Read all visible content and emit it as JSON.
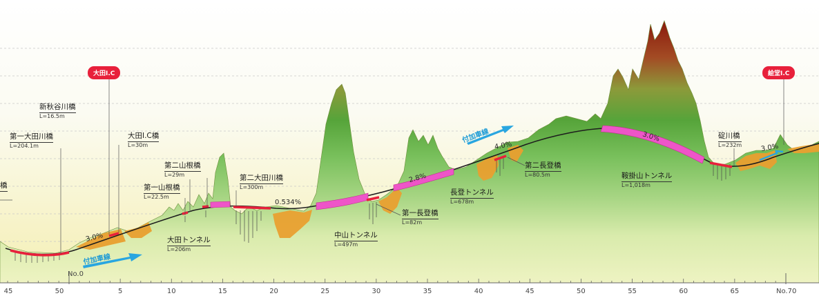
{
  "interchanges": {
    "ota": "大田I.C",
    "shito": "絵堂I.C"
  },
  "bridges": [
    {
      "id": "dai1-otagawa",
      "name": "第一大田川橋",
      "length": "L=204.1m"
    },
    {
      "id": "shin-akiya",
      "name": "新秋谷川橋",
      "length": "L=16.5m"
    },
    {
      "id": "ota-ic",
      "name": "大田I.C橋",
      "length": "L=30m"
    },
    {
      "id": "dai2-yamane",
      "name": "第二山根橋",
      "length": "L=29m"
    },
    {
      "id": "dai1-yamane",
      "name": "第一山根橋",
      "length": "L=22.5m"
    },
    {
      "id": "dai2-otagawa",
      "name": "第二大田川橋",
      "length": "L=300m"
    },
    {
      "id": "dai1-nagato",
      "name": "第一長登橋",
      "length": "L=82m"
    },
    {
      "id": "dai2-nagato",
      "name": "第二長登橋",
      "length": "L=80.5m"
    },
    {
      "id": "tategawa",
      "name": "碇川橋",
      "length": "L=232m"
    },
    {
      "id": "partial",
      "name": "橋",
      "length": ""
    }
  ],
  "tunnels": [
    {
      "id": "ota",
      "name": "大田トンネル",
      "length": "L=206m"
    },
    {
      "id": "nakayama",
      "name": "中山トンネル",
      "length": "L=497m"
    },
    {
      "id": "nagato",
      "name": "長登トンネル",
      "length": "L=678m"
    },
    {
      "id": "kurakake",
      "name": "鞍掛山トンネル",
      "length": "L=1,018m"
    }
  ],
  "grades": {
    "g1": "3.0%",
    "g2": "0.534%",
    "g3": "2.8%",
    "g4": "4.0%",
    "g5": "3.0%",
    "g6": "3.0%"
  },
  "climbing_lane": {
    "label1": "付加車線",
    "label2": "付加車線"
  },
  "station_axis": {
    "start_no": "No.0",
    "end_no": "No.70",
    "ticks_before": [
      "45",
      "50"
    ],
    "ticks": [
      "5",
      "10",
      "15",
      "20",
      "25",
      "30",
      "35",
      "40",
      "45",
      "50",
      "55",
      "60",
      "65"
    ]
  },
  "colors": {
    "tunnel": "#ee55c8",
    "bridge": "#e8203b",
    "cut_fill": "#e9a030",
    "lane_arrow": "#29a6e0",
    "road_line": "#1d1d1d",
    "ic_badge": "#e8203b"
  }
}
